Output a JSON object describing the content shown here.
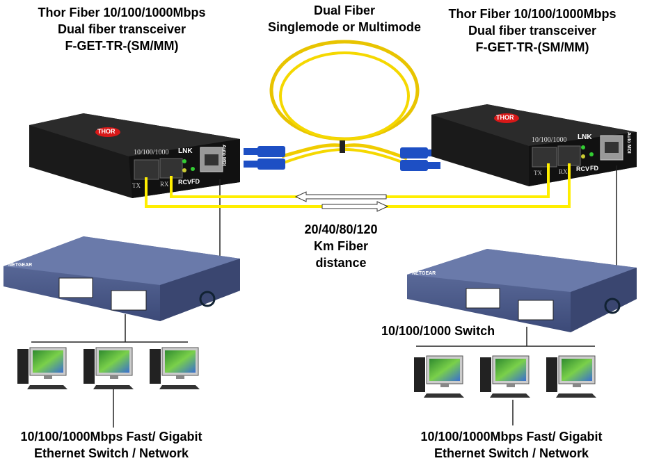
{
  "left_transceiver": {
    "title_lines": [
      "Thor Fiber 10/100/1000Mbps",
      "Dual fiber transceiver",
      "F-GET-TR-(SM/MM)"
    ],
    "speed_label": "10/100/1000",
    "port_labels": [
      "TX",
      "RX"
    ],
    "led_labels": [
      "LNK",
      "RCV",
      "FD"
    ],
    "rj45_label": "Auto MDI",
    "logo": "THOR"
  },
  "right_transceiver": {
    "title_lines": [
      "Thor Fiber 10/100/1000Mbps",
      "Dual fiber transceiver",
      "F-GET-TR-(SM/MM)"
    ],
    "speed_label": "10/100/1000",
    "port_labels": [
      "TX",
      "RX"
    ],
    "led_labels": [
      "LNK",
      "RCV",
      "FD"
    ],
    "rj45_label": "Auto MDI",
    "logo": "THOR"
  },
  "fiber_cable": {
    "title_lines": [
      "Dual Fiber",
      "Singlemode or Multimode"
    ]
  },
  "distance": {
    "lines": [
      "20/40/80/120",
      "Km Fiber",
      "distance"
    ]
  },
  "right_switch": {
    "label": "10/100/1000 Switch",
    "logo": "NETGEAR"
  },
  "left_switch": {
    "logo": "NETGEAR"
  },
  "left_network": {
    "lines": [
      "10/100/1000Mbps Fast/ Gigabit",
      "Ethernet  Switch / Network"
    ]
  },
  "right_network": {
    "lines": [
      "10/100/1000Mbps Fast/ Gigabit",
      "Ethernet  Switch / Network"
    ]
  },
  "colors": {
    "fiber": "#ffee00",
    "transceiver": "#1a1a1a",
    "switch": "#4a5a8a",
    "connector": "#1d4fc4"
  }
}
